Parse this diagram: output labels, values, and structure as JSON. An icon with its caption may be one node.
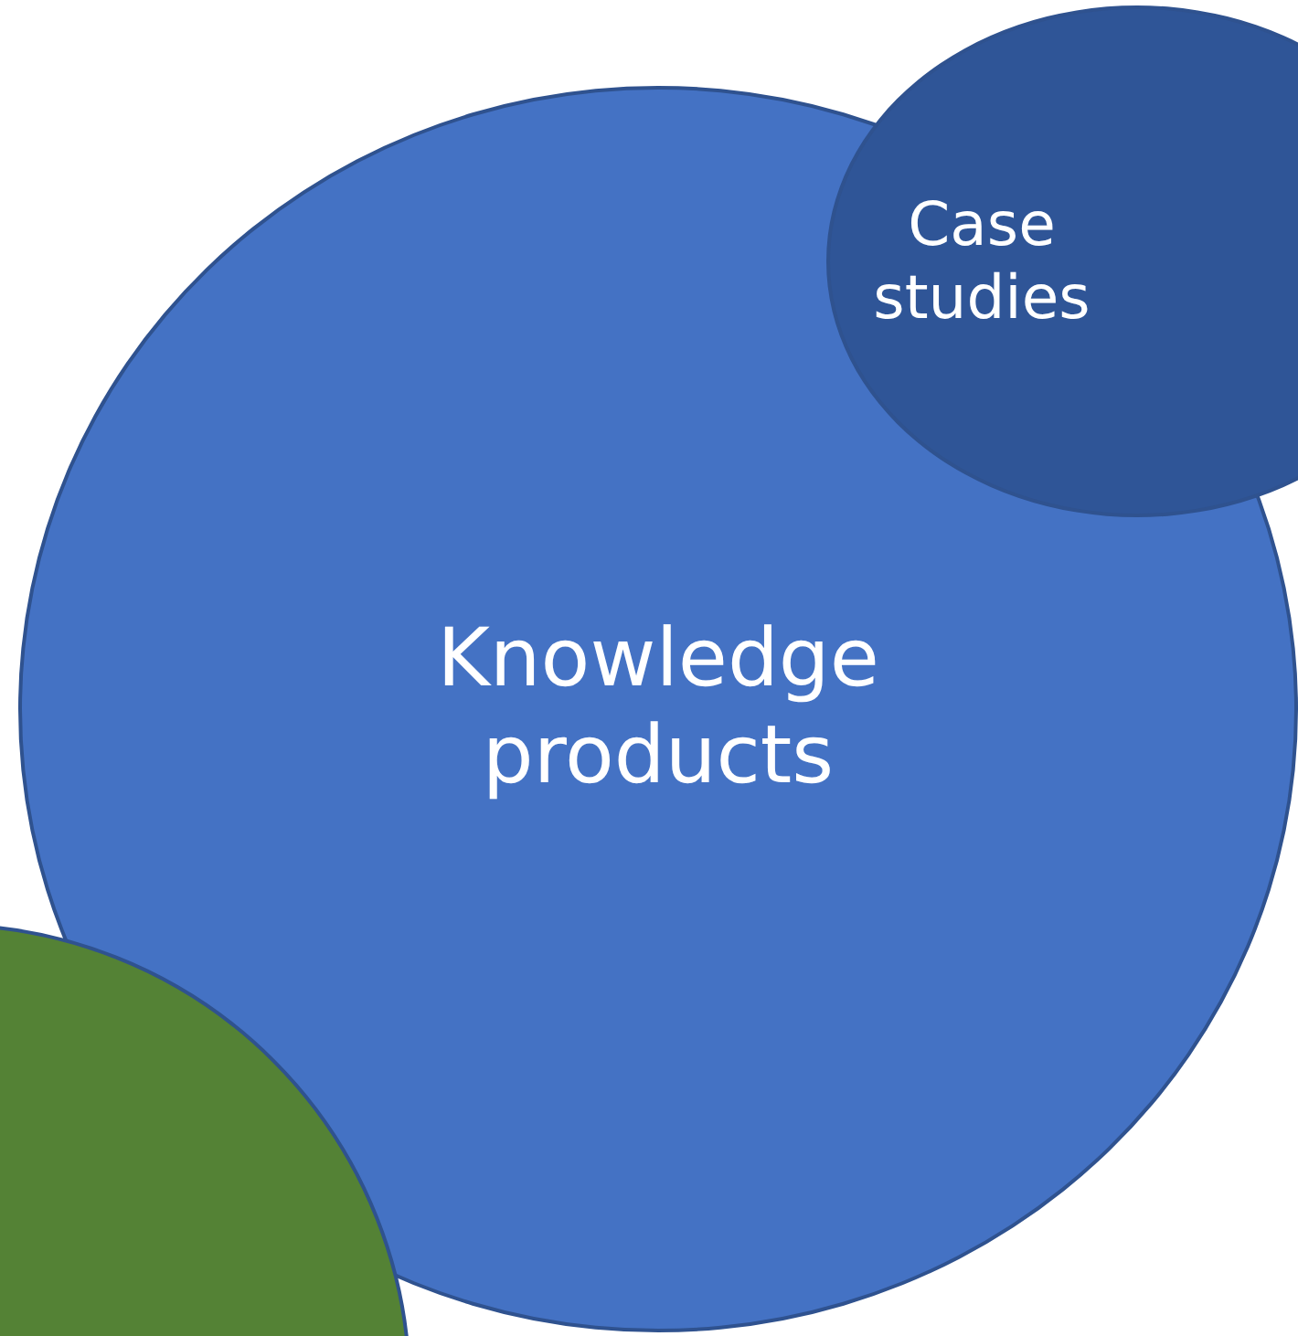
{
  "diagram": {
    "nodes": [
      {
        "text": [
          "Knowledge products"
        ]
      },
      {
        "text": [
          "Case studies"
        ]
      },
      {
        "text": [],
        "shape": "circle"
      }
    ]
  }
}
